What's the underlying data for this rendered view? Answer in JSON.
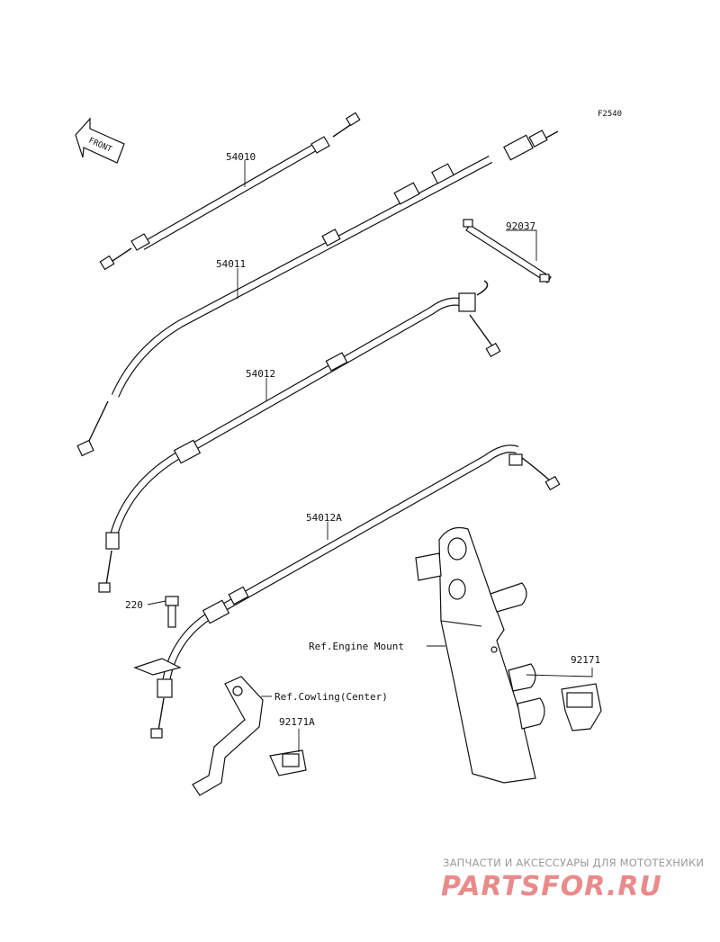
{
  "figure_code": "F2540",
  "front_arrow": "FRONT",
  "labels": {
    "p54010": "54010",
    "p54011": "54011",
    "p54012": "54012",
    "p54012A": "54012A",
    "p92037": "92037",
    "p220": "220",
    "p92171": "92171",
    "p92171A": "92171A",
    "ref_engine_mount": "Ref.Engine Mount",
    "ref_cowling": "Ref.Cowling(Center)"
  },
  "watermark": {
    "tagline": "ЗАПЧАСТИ И АКСЕССУАРЫ ДЛЯ МОТОТЕХНИКИ",
    "brand": "PARTSFOR.RU"
  }
}
